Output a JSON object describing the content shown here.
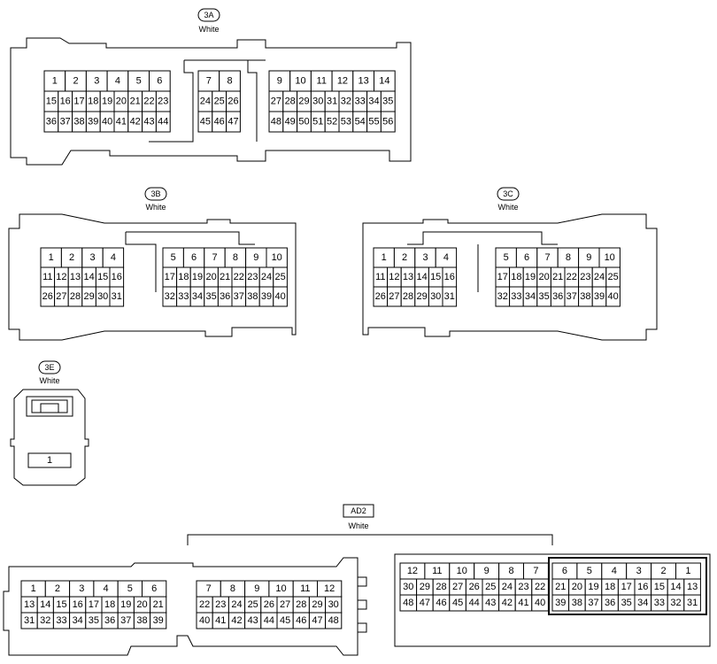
{
  "connectors": {
    "3A": {
      "tag": "3A",
      "color": "White",
      "groups": [
        [
          [
            "1",
            "2",
            "3",
            "4",
            "5",
            "6"
          ],
          [
            "15",
            "16",
            "17",
            "18",
            "19",
            "20",
            "21",
            "22",
            "23"
          ],
          [
            "36",
            "37",
            "38",
            "39",
            "40",
            "41",
            "42",
            "43",
            "44"
          ]
        ],
        [
          [
            "7",
            "8"
          ],
          [
            "24",
            "25",
            "26"
          ],
          [
            "45",
            "46",
            "47"
          ]
        ],
        [
          [
            "9",
            "10",
            "11",
            "12",
            "13",
            "14"
          ],
          [
            "27",
            "28",
            "29",
            "30",
            "31",
            "32",
            "33",
            "34",
            "35"
          ],
          [
            "48",
            "49",
            "50",
            "51",
            "52",
            "53",
            "54",
            "55",
            "56"
          ]
        ]
      ]
    },
    "3B": {
      "tag": "3B",
      "color": "White",
      "groups": [
        [
          [
            "1",
            "2",
            "3",
            "4"
          ],
          [
            "11",
            "12",
            "13",
            "14",
            "15",
            "16"
          ],
          [
            "26",
            "27",
            "28",
            "29",
            "30",
            "31"
          ]
        ],
        [
          [
            "5",
            "6",
            "7",
            "8",
            "9",
            "10"
          ],
          [
            "17",
            "18",
            "19",
            "20",
            "21",
            "22",
            "23",
            "24",
            "25"
          ],
          [
            "32",
            "33",
            "34",
            "35",
            "36",
            "37",
            "38",
            "39",
            "40"
          ]
        ]
      ]
    },
    "3C": {
      "tag": "3C",
      "color": "White",
      "groups": [
        [
          [
            "1",
            "2",
            "3",
            "4"
          ],
          [
            "11",
            "12",
            "13",
            "14",
            "15",
            "16"
          ],
          [
            "26",
            "27",
            "28",
            "29",
            "30",
            "31"
          ]
        ],
        [
          [
            "5",
            "6",
            "7",
            "8",
            "9",
            "10"
          ],
          [
            "17",
            "18",
            "19",
            "20",
            "21",
            "22",
            "23",
            "24",
            "25"
          ],
          [
            "32",
            "33",
            "34",
            "35",
            "36",
            "37",
            "38",
            "39",
            "40"
          ]
        ]
      ]
    },
    "3E": {
      "tag": "3E",
      "color": "White",
      "pin": "1"
    },
    "AD2": {
      "tag": "AD2",
      "color": "White",
      "left_groups": [
        [
          [
            "1",
            "2",
            "3",
            "4",
            "5",
            "6"
          ],
          [
            "13",
            "14",
            "15",
            "16",
            "17",
            "18",
            "19",
            "20",
            "21"
          ],
          [
            "31",
            "32",
            "33",
            "34",
            "35",
            "36",
            "37",
            "38",
            "39"
          ]
        ],
        [
          [
            "7",
            "8",
            "9",
            "10",
            "11",
            "12"
          ],
          [
            "22",
            "23",
            "24",
            "25",
            "26",
            "27",
            "28",
            "29",
            "30"
          ],
          [
            "40",
            "41",
            "42",
            "43",
            "44",
            "45",
            "46",
            "47",
            "48"
          ]
        ]
      ],
      "right_groups": [
        [
          [
            "12",
            "11",
            "10",
            "9",
            "8",
            "7"
          ],
          [
            "30",
            "29",
            "28",
            "27",
            "26",
            "25",
            "24",
            "23",
            "22"
          ],
          [
            "48",
            "47",
            "46",
            "45",
            "44",
            "43",
            "42",
            "41",
            "40"
          ]
        ],
        [
          [
            "6",
            "5",
            "4",
            "3",
            "2",
            "1"
          ],
          [
            "21",
            "20",
            "19",
            "18",
            "17",
            "16",
            "15",
            "14",
            "13"
          ],
          [
            "39",
            "38",
            "37",
            "36",
            "35",
            "34",
            "33",
            "32",
            "31"
          ]
        ]
      ]
    }
  }
}
